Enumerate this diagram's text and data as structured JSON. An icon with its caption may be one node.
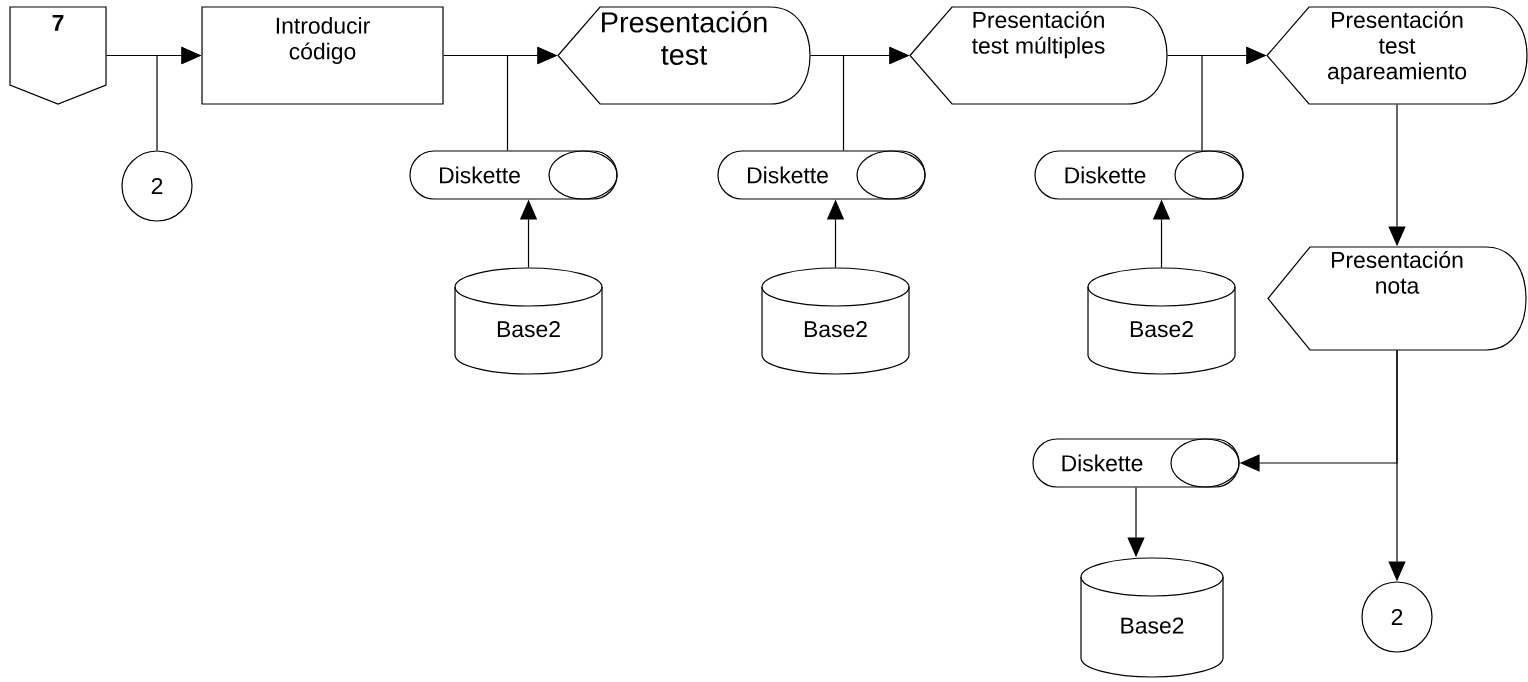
{
  "diagram": {
    "nodes": [
      {
        "text": [
          "7"
        ]
      },
      {
        "text": [
          "Introducir código"
        ]
      },
      {
        "text": [
          "Presentación test"
        ]
      },
      {
        "text": [
          "Presentación test múltiples"
        ]
      },
      {
        "text": [
          "Presentación test apareamiento"
        ]
      },
      {
        "text": [
          "2"
        ]
      },
      {
        "text": [
          "Diskette"
        ]
      },
      {
        "text": [
          "Diskette"
        ]
      },
      {
        "text": [
          "Diskette"
        ]
      },
      {
        "text": [
          "Base2"
        ]
      },
      {
        "text": [
          "Base2"
        ]
      },
      {
        "text": [
          "Base2"
        ]
      },
      {
        "text": [
          "Presentación nota"
        ]
      },
      {
        "text": [
          "Diskette"
        ]
      },
      {
        "text": [
          "Base2"
        ]
      },
      {
        "text": [
          "2"
        ]
      }
    ],
    "edges": [
      {
        "from": 0,
        "to": 1,
        "arrow": "to"
      },
      {
        "from": 5,
        "to": 1,
        "arrow": "to"
      },
      {
        "from": 1,
        "to": 2,
        "arrow": "to"
      },
      {
        "from": 6,
        "to": 2,
        "arrow": "to"
      },
      {
        "from": 9,
        "to": 6,
        "arrow": "to"
      },
      {
        "from": 2,
        "to": 3,
        "arrow": "to"
      },
      {
        "from": 7,
        "to": 3,
        "arrow": "to"
      },
      {
        "from": 10,
        "to": 7,
        "arrow": "to"
      },
      {
        "from": 3,
        "to": 4,
        "arrow": "to"
      },
      {
        "from": 8,
        "to": 4,
        "arrow": "to"
      },
      {
        "from": 11,
        "to": 8,
        "arrow": "to"
      },
      {
        "from": 4,
        "to": 12,
        "arrow": "to"
      },
      {
        "from": 12,
        "to": 15,
        "arrow": "to"
      },
      {
        "from": 12,
        "to": 13,
        "arrow": "to"
      },
      {
        "from": 13,
        "to": 14,
        "arrow": "to"
      }
    ]
  }
}
